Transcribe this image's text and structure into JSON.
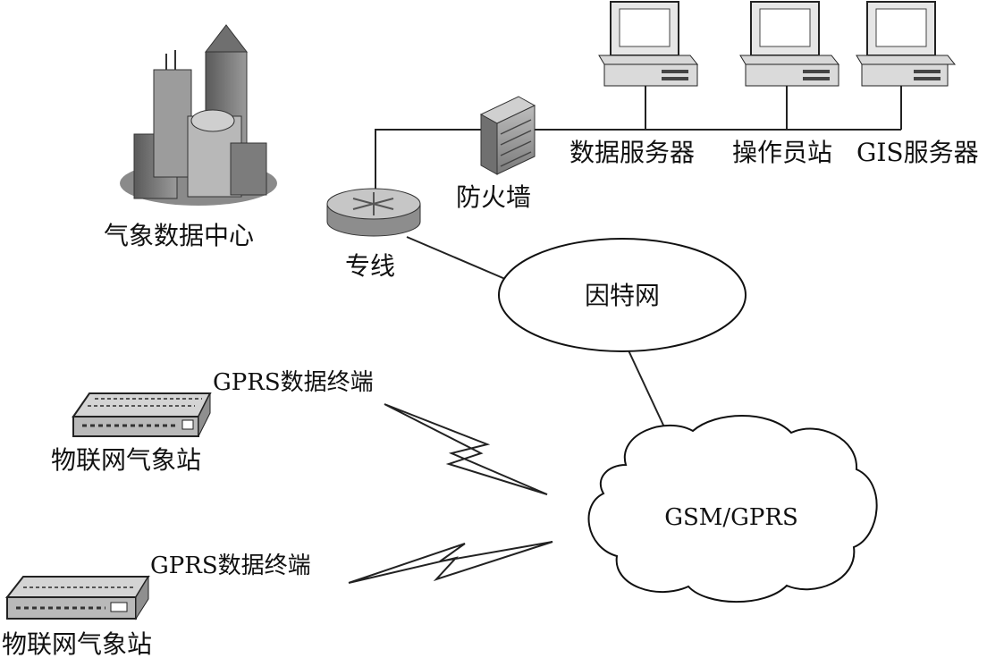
{
  "labels": {
    "weather_center": "气象数据中心",
    "dedicated_line": "专线",
    "firewall": "防火墙",
    "data_server": "数据服务器",
    "operator_station": "操作员站",
    "gis_server": "GIS服务器",
    "internet": "因特网",
    "gsm_gprs": "GSM/GPRS",
    "terminal_1": "GPRS数据终端",
    "station_1": "物联网气象站",
    "terminal_2": "GPRS数据终端",
    "station_2": "物联网气象站"
  }
}
